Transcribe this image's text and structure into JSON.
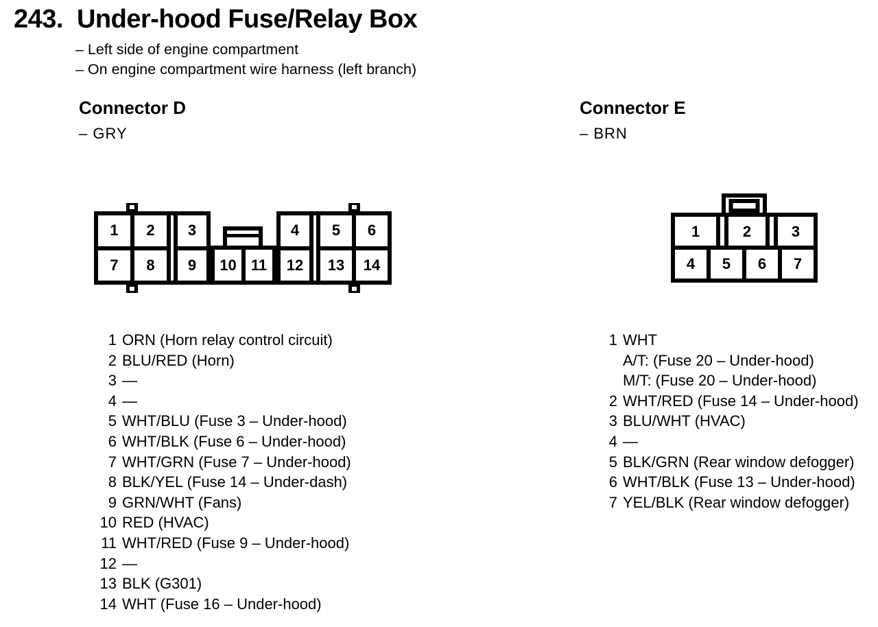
{
  "colors": {
    "ink": "#000000",
    "paper": "#ffffff"
  },
  "page": {
    "section_number": "243.",
    "section_title": "Under-hood Fuse/Relay Box",
    "location_lines": [
      "– Left side of engine compartment",
      "– On engine compartment wire harness (left branch)"
    ]
  },
  "connector_d": {
    "heading": "Connector D",
    "color_label": "– GRY",
    "diagram_cells": {
      "block_a": [
        "1",
        "2",
        "7",
        "8"
      ],
      "block_b": [
        "3",
        "9"
      ],
      "middle": [
        "10",
        "11"
      ],
      "block_c": [
        "4",
        "12"
      ],
      "block_d": [
        "5",
        "6",
        "13",
        "14"
      ]
    },
    "pins": [
      {
        "n": "1",
        "d": "ORN (Horn relay control circuit)"
      },
      {
        "n": "2",
        "d": "BLU/RED (Horn)"
      },
      {
        "n": "3",
        "d": "—"
      },
      {
        "n": "4",
        "d": "—"
      },
      {
        "n": "5",
        "d": "WHT/BLU (Fuse 3 – Under-hood)"
      },
      {
        "n": "6",
        "d": "WHT/BLK (Fuse 6 – Under-hood)"
      },
      {
        "n": "7",
        "d": "WHT/GRN (Fuse 7 – Under-hood)"
      },
      {
        "n": "8",
        "d": "BLK/YEL (Fuse 14 – Under-dash)"
      },
      {
        "n": "9",
        "d": "GRN/WHT (Fans)"
      },
      {
        "n": "10",
        "d": "RED (HVAC)"
      },
      {
        "n": "11",
        "d": "WHT/RED (Fuse 9 – Under-hood)"
      },
      {
        "n": "12",
        "d": "—"
      },
      {
        "n": "13",
        "d": "BLK (G301)"
      },
      {
        "n": "14",
        "d": "WHT (Fuse 16 – Under-hood)"
      }
    ]
  },
  "connector_e": {
    "heading": "Connector E",
    "color_label": "– BRN",
    "diagram_cells": {
      "top": [
        "1",
        "2",
        "3"
      ],
      "bottom": [
        "4",
        "5",
        "6",
        "7"
      ]
    },
    "pins": [
      {
        "n": "1",
        "d": "WHT",
        "extra": [
          "A/T: (Fuse 20 – Under-hood)",
          "M/T: (Fuse 20 – Under-hood)"
        ]
      },
      {
        "n": "2",
        "d": "WHT/RED (Fuse 14 – Under-hood)"
      },
      {
        "n": "3",
        "d": "BLU/WHT (HVAC)"
      },
      {
        "n": "4",
        "d": "—"
      },
      {
        "n": "5",
        "d": "BLK/GRN (Rear window defogger)"
      },
      {
        "n": "6",
        "d": "WHT/BLK (Fuse 13 – Under-hood)"
      },
      {
        "n": "7",
        "d": "YEL/BLK (Rear window defogger)"
      }
    ]
  }
}
